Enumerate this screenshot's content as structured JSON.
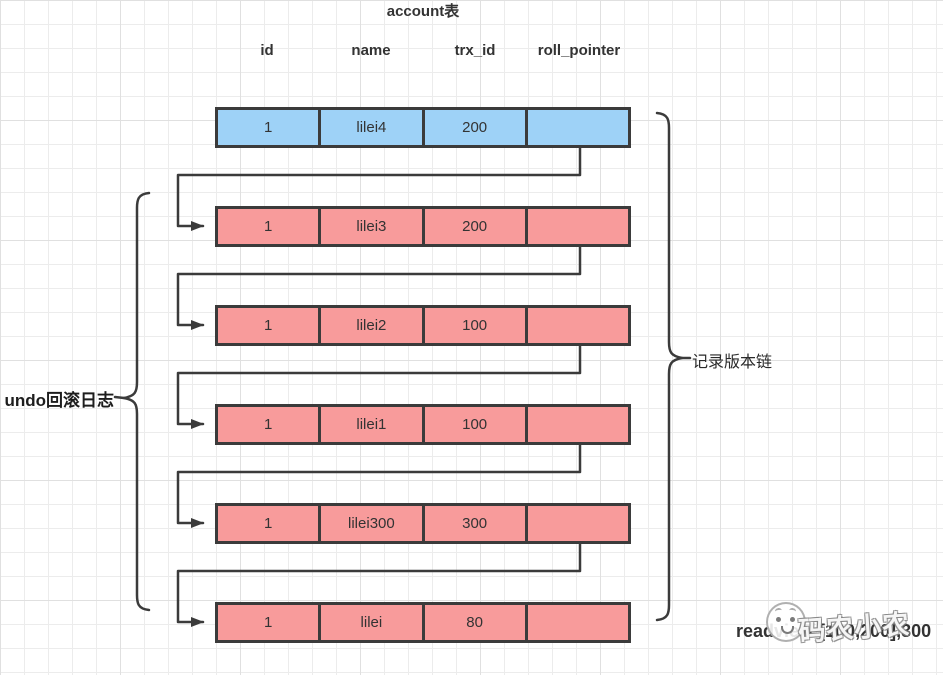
{
  "table": {
    "title": "account表",
    "columns": [
      "id",
      "name",
      "trx_id",
      "roll_pointer"
    ],
    "rows": [
      {
        "type": "current",
        "cells": [
          "1",
          "lilei4",
          "200",
          ""
        ]
      },
      {
        "type": "undo",
        "cells": [
          "1",
          "lilei3",
          "200",
          ""
        ]
      },
      {
        "type": "undo",
        "cells": [
          "1",
          "lilei2",
          "100",
          ""
        ]
      },
      {
        "type": "undo",
        "cells": [
          "1",
          "lilei1",
          "100",
          ""
        ]
      },
      {
        "type": "undo",
        "cells": [
          "1",
          "lilei300",
          "300",
          ""
        ]
      },
      {
        "type": "undo",
        "cells": [
          "1",
          "lilei",
          "80",
          ""
        ]
      }
    ]
  },
  "labels": {
    "undo_log": "undo回滚日志",
    "version_chain": "记录版本链",
    "readview": "readview:[100,200],300"
  },
  "watermark": {
    "icon": "wechat-smiley-emoji",
    "text": "码农小农"
  },
  "colors": {
    "current_row_fill": "#9ed2f7",
    "undo_row_fill": "#f89b9b",
    "line": "#3b3b3b",
    "text": "#333333",
    "grid_minor": "#ececec",
    "grid_major": "#e0e0e0"
  }
}
